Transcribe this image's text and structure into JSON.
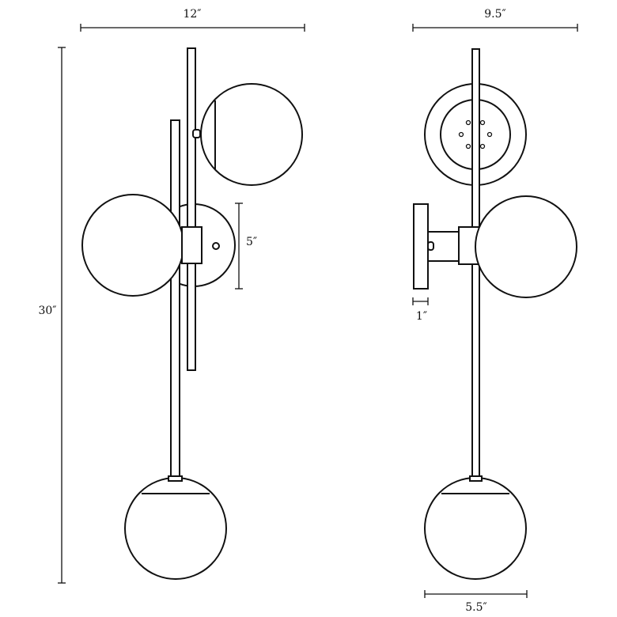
{
  "diagram": {
    "front_view": {
      "width_label": "12″",
      "height_label": "30″",
      "backplate_label": "5″"
    },
    "side_view": {
      "depth_label": "9.5″",
      "backplate_depth_label": "1″",
      "globe_diameter_label": "5.5″"
    },
    "colors": {
      "line": "#111111",
      "background": "#ffffff"
    }
  }
}
